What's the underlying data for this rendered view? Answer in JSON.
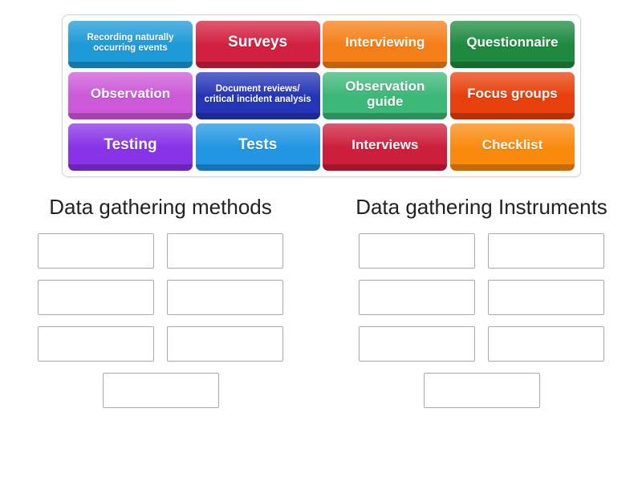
{
  "tile_bank": {
    "name": "word-tile-bank",
    "rows": [
      [
        {
          "label": "Recording naturally occurring events",
          "color": "#1e9ad8",
          "text_size": "xs"
        },
        {
          "label": "Surveys",
          "color": "#d22040",
          "text_size": "lg"
        },
        {
          "label": "Interviewing",
          "color": "#f57f17",
          "text_size": "md"
        },
        {
          "label": "Questionnaire",
          "color": "#1d8a3f",
          "text_size": "md"
        }
      ],
      [
        {
          "label": "Observation",
          "color": "#cc5ad8",
          "text_size": "md"
        },
        {
          "label": "Document reviews/ critical incident analysis",
          "color": "#2435b5",
          "text_size": "xs"
        },
        {
          "label": "Observation guide",
          "color": "#3cb878",
          "text_size": "md"
        },
        {
          "label": "Focus groups",
          "color": "#e8400c",
          "text_size": "md"
        }
      ],
      [
        {
          "label": "Testing",
          "color": "#8833e8",
          "text_size": "lg"
        },
        {
          "label": "Tests",
          "color": "#2196e3",
          "text_size": "lg"
        },
        {
          "label": "Interviews",
          "color": "#cc1f3c",
          "text_size": "md"
        },
        {
          "label": "Checklist",
          "color": "#f98a0e",
          "text_size": "md"
        }
      ]
    ]
  },
  "zones": [
    {
      "title": "Data gathering methods",
      "slot_count": 7,
      "slots": [
        "",
        "",
        "",
        "",
        "",
        "",
        ""
      ]
    },
    {
      "title": "Data gathering Instruments",
      "slot_count": 7,
      "slots": [
        "",
        "",
        "",
        "",
        "",
        "",
        ""
      ]
    }
  ],
  "colors": {
    "page_background": "#ffffff",
    "bank_border": "#d3d3d3",
    "slot_border": "#a9a9a9",
    "heading_text": "#222222",
    "tile_text": "#ffffff"
  }
}
